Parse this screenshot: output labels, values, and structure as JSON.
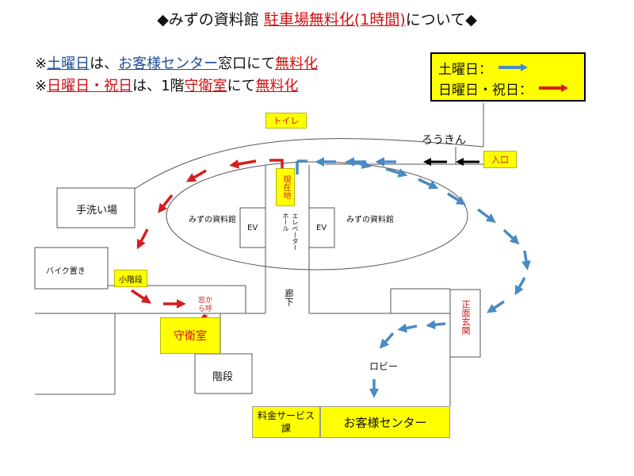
{
  "title": {
    "prefix": "◆みずの資料館 ",
    "highlight": "駐車場無料化(1時間)",
    "suffix": "について◆"
  },
  "notes": {
    "saturday": {
      "mark": "※",
      "day": "土曜日",
      "text1": "は、",
      "place": "お客様センター",
      "text2": "窓口にて",
      "result": "無料化"
    },
    "sunday": {
      "mark": "※",
      "day": "日曜日・祝日",
      "text1": "は、1階",
      "place": "守衛室",
      "text2": "にて",
      "result": "無料化"
    }
  },
  "legend": {
    "saturday_label": "土曜日：",
    "sunday_label": "日曜日・祝日：",
    "saturday_color": "#4a8ac4",
    "sunday_color": "#d41e1e"
  },
  "map": {
    "toilet": "トイレ",
    "corridor_label": "ろうきん",
    "entrance": "入口",
    "current_location": "現在地",
    "handwash": "手洗い場",
    "building_left": "みずの資料館",
    "building_right": "みずの資料館",
    "ev_left": "EV",
    "ev_right": "EV",
    "elevator_hall": "エレベーターホール",
    "bike_parking": "バイク置き",
    "small_stairs": "小階段",
    "call_from_window": "窓から呼ぶ",
    "guard_room": "守衛室",
    "hallway": "廊下",
    "main_entrance": "正面玄関",
    "lobby": "ロビー",
    "stairs": "階段",
    "fee_service": "料金サービス課",
    "customer_center": "お客様センター"
  }
}
